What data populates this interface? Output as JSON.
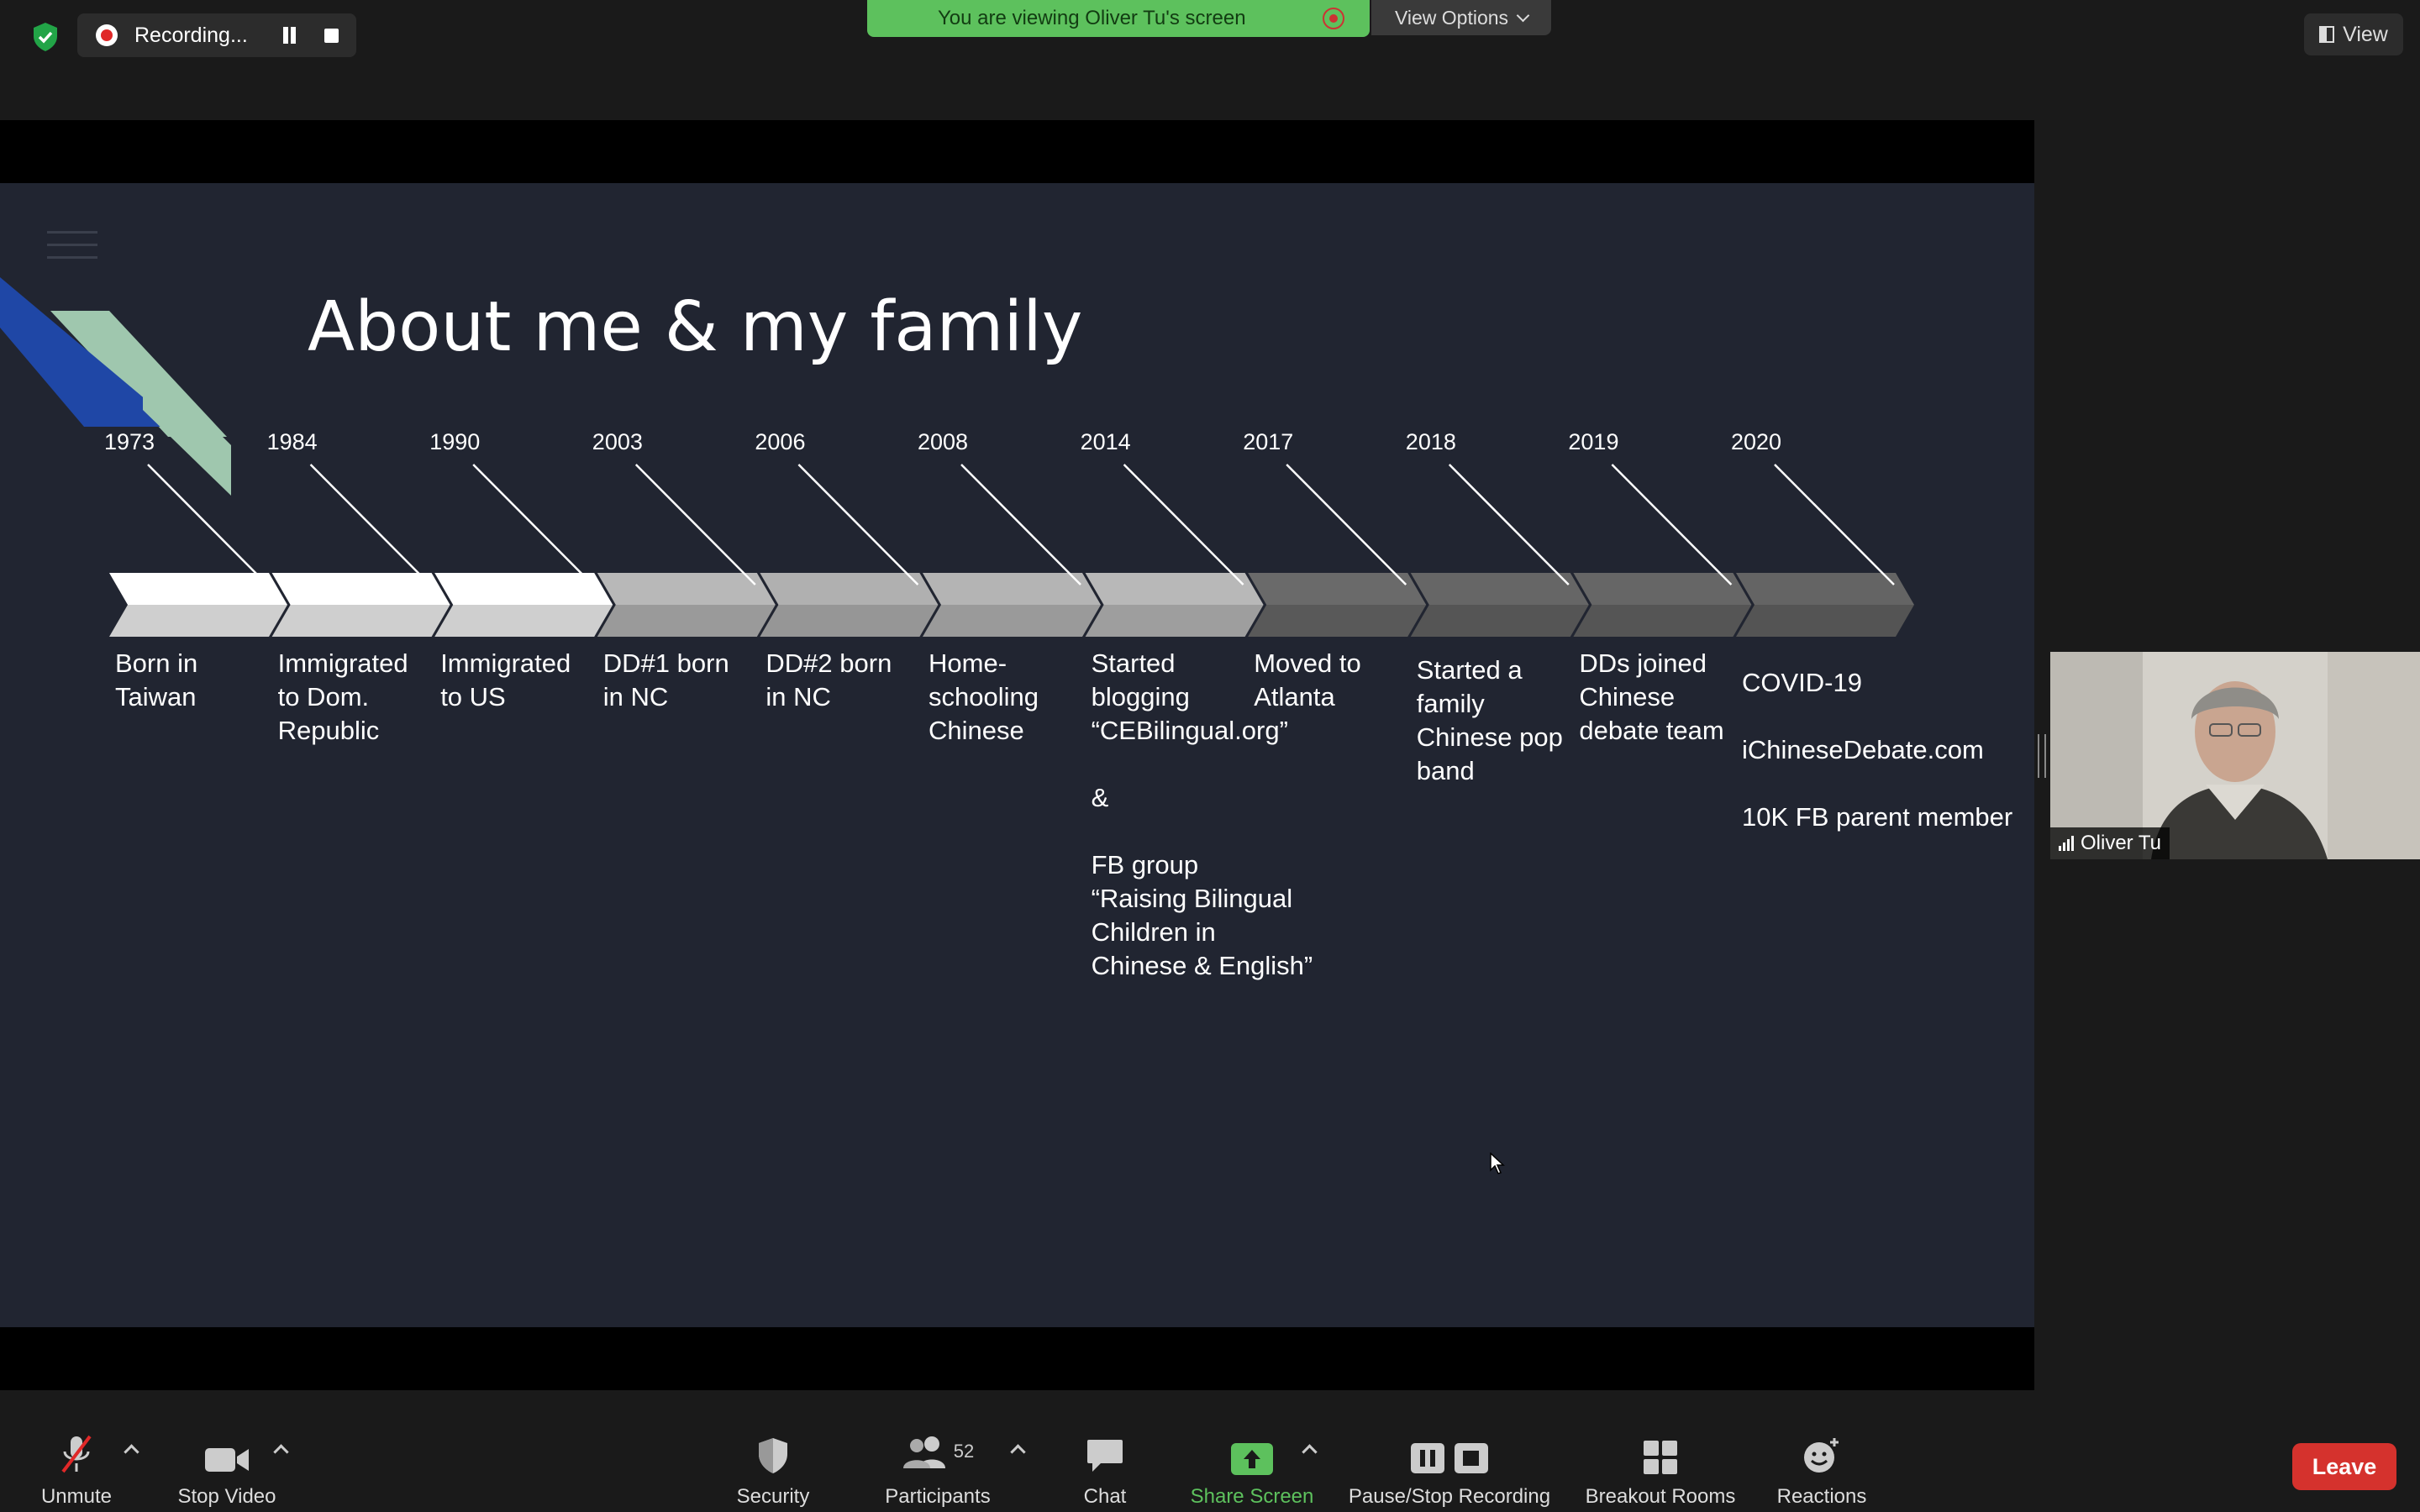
{
  "topbar": {
    "recording_label": "Recording...",
    "viewing_banner": "You are viewing Oliver Tu's screen",
    "view_options_label": "View Options",
    "view_label": "View"
  },
  "slide": {
    "title": "About me & my family",
    "timeline": [
      {
        "year": "1973",
        "event": "Born in\nTaiwan"
      },
      {
        "year": "1984",
        "event": "Immigrated\nto Dom.\nRepublic"
      },
      {
        "year": "1990",
        "event": "Immigrated\nto US"
      },
      {
        "year": "2003",
        "event": "DD#1 born\nin NC"
      },
      {
        "year": "2006",
        "event": "DD#2 born\nin NC"
      },
      {
        "year": "2008",
        "event": "Home-\nschooling\nChinese"
      },
      {
        "year": "2014",
        "event": "Started\nblogging\n“CEBilingual.org”\n\n&\n\nFB group\n“Raising Bilingual\nChildren in\nChinese & English”"
      },
      {
        "year": "2017",
        "event": "Moved to\nAtlanta"
      },
      {
        "year": "2018",
        "event": "Started a\nfamily\nChinese pop\nband"
      },
      {
        "year": "2019",
        "event": "DDs joined\nChinese\ndebate team"
      },
      {
        "year": "2020",
        "event": "COVID-19\n\niChineseDebate.com\n\n10K FB parent member"
      }
    ]
  },
  "participant_thumb": {
    "name": "Oliver Tu"
  },
  "toolbar": {
    "unmute": "Unmute",
    "stop_video": "Stop Video",
    "security": "Security",
    "participants": "Participants",
    "participant_count": "52",
    "chat": "Chat",
    "share_screen": "Share Screen",
    "pause_stop_recording": "Pause/Stop Recording",
    "breakout_rooms": "Breakout Rooms",
    "reactions": "Reactions",
    "leave": "Leave"
  },
  "colors": {
    "recording_red": "#e02828",
    "viewing_green": "#5dc15d",
    "leave_red": "#d5322d",
    "slide_bg": "#212531",
    "deco_blue": "#1f47a6",
    "deco_green": "#9fc7ae"
  }
}
